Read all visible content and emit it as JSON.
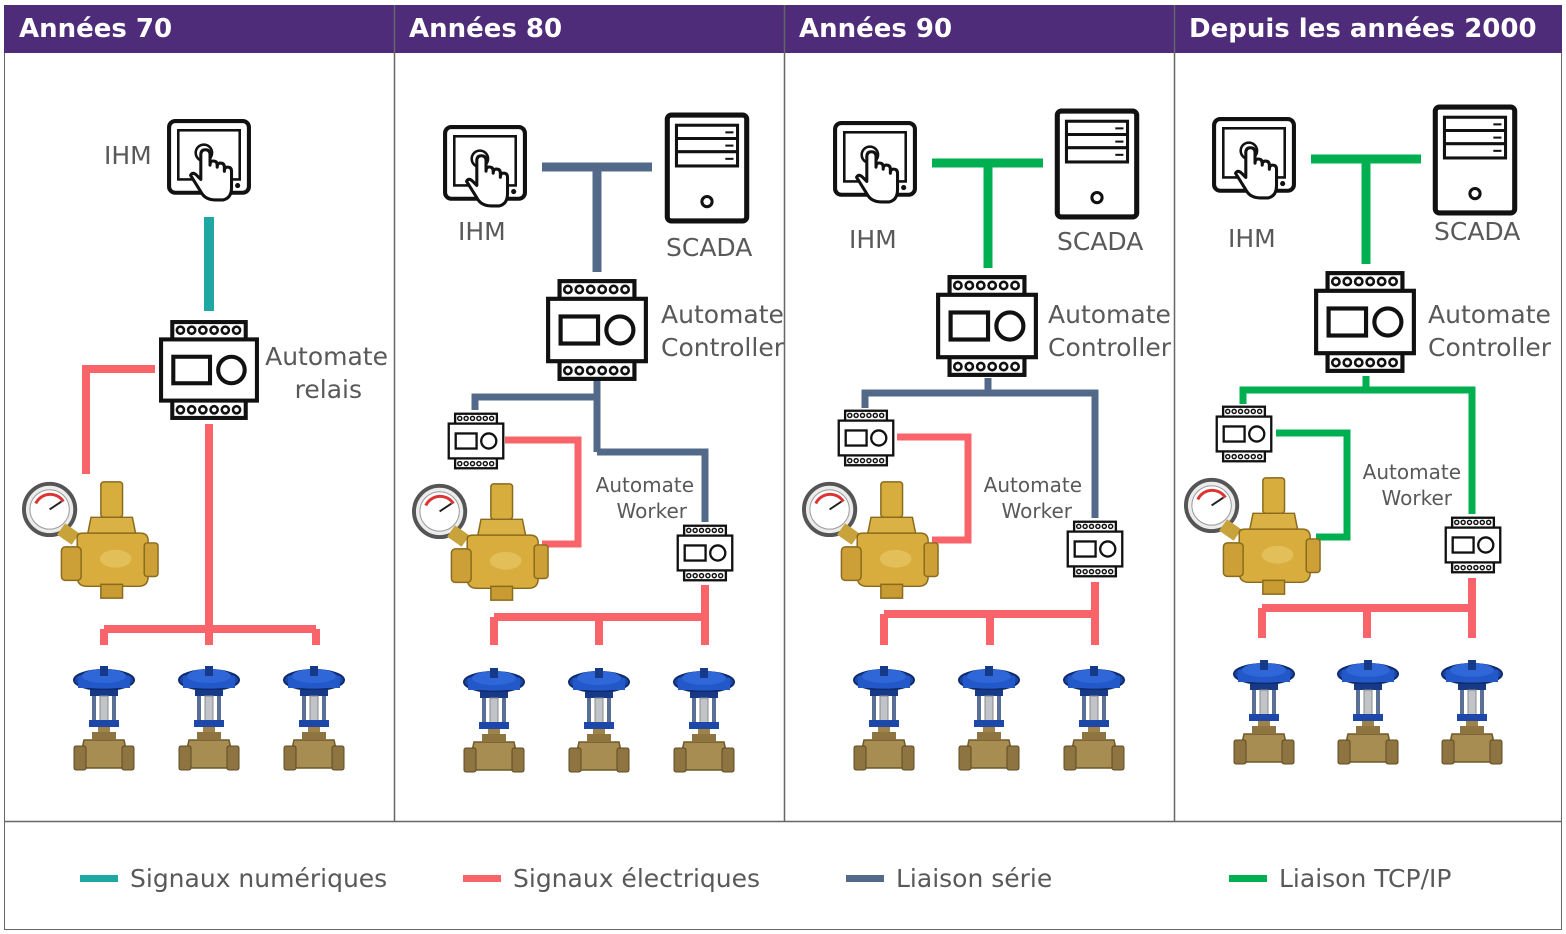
{
  "periods": [
    {
      "title": "Années 70",
      "hmi_label": "IHM",
      "controller_label_1": "Automate",
      "controller_label_2": "relais"
    },
    {
      "title": "Années 80",
      "hmi_label": "IHM",
      "scada_label": "SCADA",
      "controller_label_1": "Automate",
      "controller_label_2": "Controller",
      "worker_label_1": "Automate",
      "worker_label_2": "Worker"
    },
    {
      "title": "Années 90",
      "hmi_label": "IHM",
      "scada_label": "SCADA",
      "controller_label_1": "Automate",
      "controller_label_2": "Controller",
      "worker_label_1": "Automate",
      "worker_label_2": "Worker"
    },
    {
      "title": "Depuis les années 2000",
      "hmi_label": "IHM",
      "scada_label": "SCADA",
      "controller_label_1": "Automate",
      "controller_label_2": "Controller",
      "worker_label_1": "Automate",
      "worker_label_2": "Worker"
    }
  ],
  "legend": [
    {
      "label": "Signaux numériques",
      "color": "#1fa8a3"
    },
    {
      "label": "Signaux électriques",
      "color": "#f9636a"
    },
    {
      "label": "Liaison série",
      "color": "#53698a"
    },
    {
      "label": "Liaison TCP/IP",
      "color": "#00b050"
    }
  ],
  "colors": {
    "header_bg": "#4e2c79",
    "digital": "#1fa8a3",
    "electric": "#f9636a",
    "serial": "#53698a",
    "tcpip": "#00b050"
  }
}
